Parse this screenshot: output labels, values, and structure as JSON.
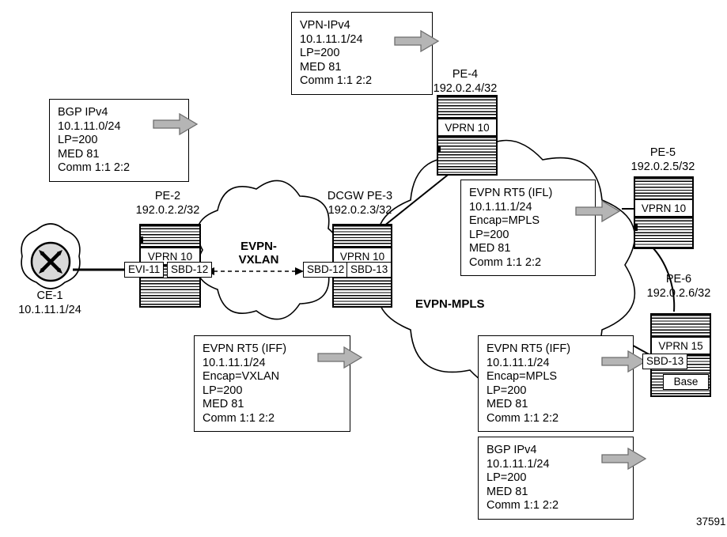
{
  "figure_number": "37591",
  "boxes": {
    "vpn_ipv4": {
      "lines": [
        "VPN-IPv4",
        "10.1.11.1/24",
        "LP=200",
        "MED 81",
        "Comm 1:1 2:2"
      ]
    },
    "bgp_ipv4_left": {
      "lines": [
        "BGP IPv4",
        "10.1.11.0/24",
        "LP=200",
        "MED 81",
        "Comm 1:1 2:2"
      ]
    },
    "evpn_rt5_ifl": {
      "lines": [
        "EVPN RT5 (IFL)",
        "10.1.11.1/24",
        "Encap=MPLS",
        "LP=200",
        "MED 81",
        "Comm 1:1 2:2"
      ]
    },
    "evpn_rt5_iff_vxlan": {
      "lines": [
        "EVPN RT5 (IFF)",
        "10.1.11.1/24",
        "Encap=VXLAN",
        "LP=200",
        "MED 81",
        "Comm 1:1 2:2"
      ]
    },
    "evpn_rt5_iff_mpls": {
      "lines": [
        "EVPN RT5 (IFF)",
        "10.1.11.1/24",
        "Encap=MPLS",
        "LP=200",
        "MED 81",
        "Comm 1:1 2:2"
      ]
    },
    "bgp_ipv4_bottom": {
      "lines": [
        "BGP IPv4",
        "10.1.11.1/24",
        "LP=200",
        "MED 81",
        "Comm 1:1 2:2"
      ]
    }
  },
  "nodes": {
    "ce1": {
      "name": "CE-1",
      "ip": "10.1.11.1/24"
    },
    "pe2": {
      "name": "PE-2",
      "ip": "192.0.2.2/32",
      "service": "VPRN 10",
      "tag_left": "EVI-11",
      "tag_right": "SBD-12"
    },
    "pe3": {
      "name": "DCGW PE-3",
      "ip": "192.0.2.3/32",
      "service": "VPRN 10",
      "tag_left": "SBD-12",
      "tag_right": "SBD-13"
    },
    "pe4": {
      "name": "PE-4",
      "ip": "192.0.2.4/32",
      "service": "VPRN 10"
    },
    "pe5": {
      "name": "PE-5",
      "ip": "192.0.2.5/32",
      "service": "VPRN 10"
    },
    "pe6": {
      "name": "PE-6",
      "ip": "192.0.2.6/32",
      "service": "VPRN 15",
      "tag": "SBD-13",
      "base_label": "Base"
    }
  },
  "clouds": {
    "vxlan": {
      "line1": "EVPN-",
      "line2": "VXLAN"
    },
    "mpls": {
      "label": "EVPN-MPLS"
    }
  }
}
